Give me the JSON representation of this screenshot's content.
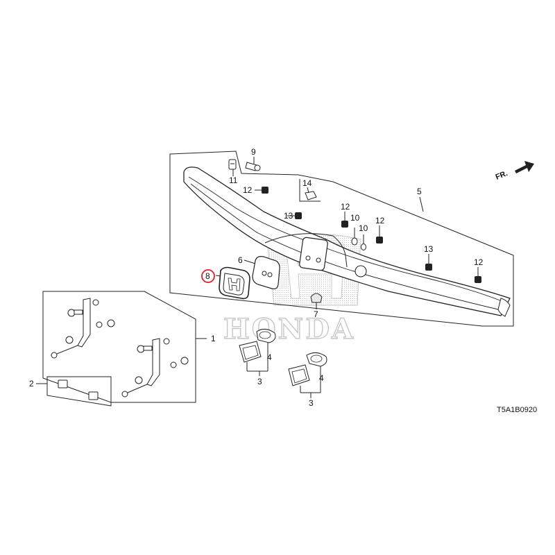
{
  "diagram_code": "T5A1B0920",
  "direction_label": "FR.",
  "watermark": "HONDA",
  "callouts": {
    "c1": "1",
    "c2": "2",
    "c3a": "3",
    "c3b": "3",
    "c4a": "4",
    "c4b": "4",
    "c5": "5",
    "c6": "6",
    "c7": "7",
    "c8": "8",
    "c9": "9",
    "c10a": "10",
    "c10b": "10",
    "c11": "11",
    "c12a": "12",
    "c12b": "12",
    "c12c": "12",
    "c12d": "12",
    "c13a": "13",
    "c13b": "13",
    "c14": "14"
  },
  "highlighted_callout": "8",
  "colors": {
    "line": "#222222",
    "highlight": "#e0202a",
    "watermark": "#c8c8c8"
  }
}
